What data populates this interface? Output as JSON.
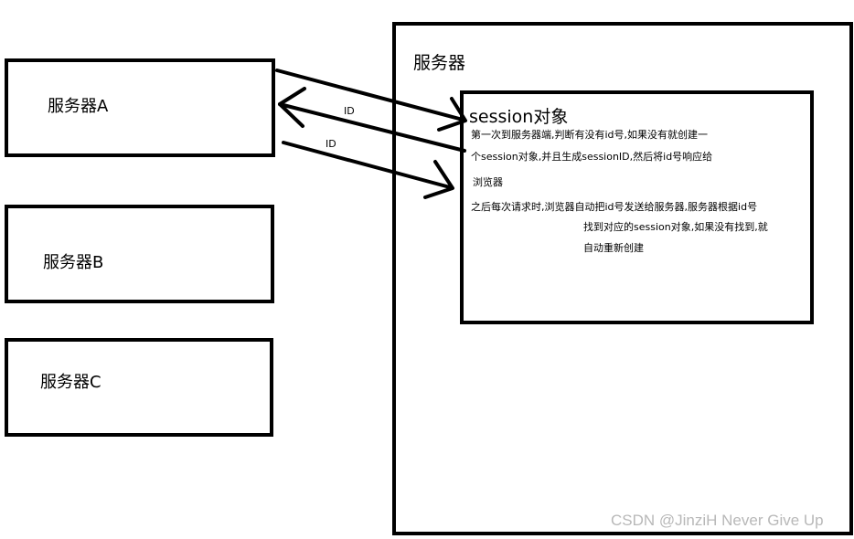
{
  "servers": {
    "a": "服务器A",
    "b": "服务器B",
    "c": "服务器C"
  },
  "main_server": {
    "label": "服务器"
  },
  "session": {
    "title": "session对象",
    "lines": [
      "第一次到服务器端,判断有没有id号,如果没有就创建一",
      "个session对象,并且生成sessionID,然后将id号响应给",
      "浏览器",
      "之后每次请求时,浏览器自动把id号发送给服务器,服务器根据id号",
      "找到对应的session对象,如果没有找到,就",
      "自动重新创建"
    ]
  },
  "arrows": {
    "label_1": "ID",
    "label_2": "ID"
  },
  "watermark": "CSDN @JinziH Never Give Up"
}
